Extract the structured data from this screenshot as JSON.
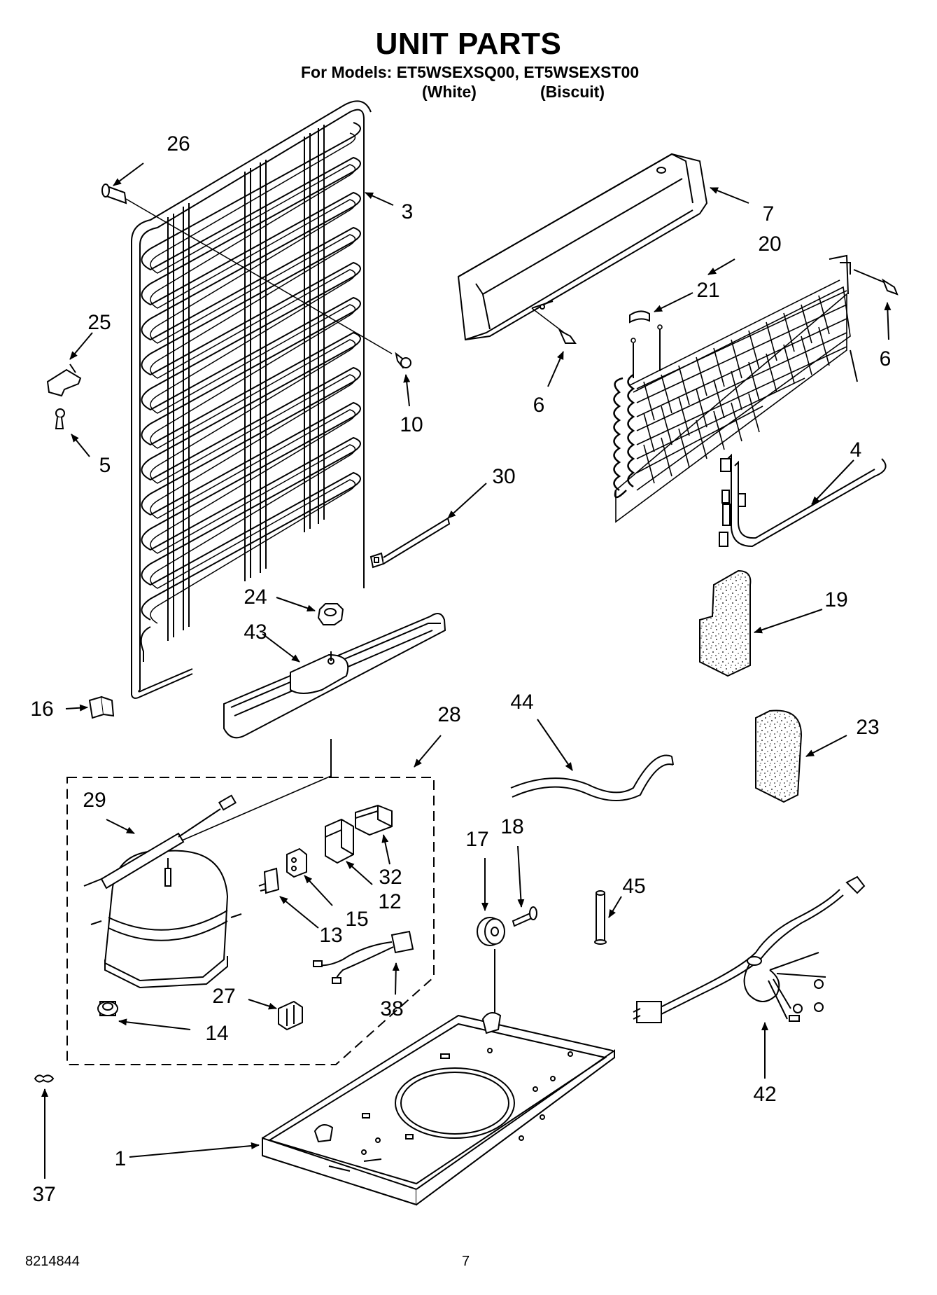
{
  "header": {
    "title": "UNIT PARTS",
    "models_line": "For Models: ET5WSEXSQ00, ET5WSEXST00",
    "variant_white": "(White)",
    "variant_biscuit": "(Biscuit)"
  },
  "callouts": {
    "c26": "26",
    "c3": "3",
    "c25": "25",
    "c5": "5",
    "c10": "10",
    "c7": "7",
    "c20": "20",
    "c21": "21",
    "c6a": "6",
    "c6b": "6",
    "c4": "4",
    "c30": "30",
    "c24": "24",
    "c43": "43",
    "c19": "19",
    "c16": "16",
    "c28": "28",
    "c44": "44",
    "c23": "23",
    "c29": "29",
    "c17": "17",
    "c18": "18",
    "c32": "32",
    "c12": "12",
    "c15": "15",
    "c13": "13",
    "c45": "45",
    "c38": "38",
    "c27": "27",
    "c14": "14",
    "c42": "42",
    "c1": "1",
    "c37": "37"
  },
  "footer": {
    "doc_number": "8214844",
    "page_number": "7"
  }
}
